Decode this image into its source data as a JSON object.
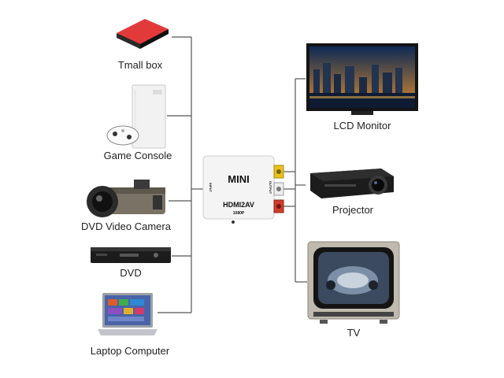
{
  "inputs": [
    {
      "label": "Tmall box"
    },
    {
      "label": "Game Console"
    },
    {
      "label": "DVD Video Camera"
    },
    {
      "label": "DVD"
    },
    {
      "label": "Laptop Computer"
    }
  ],
  "outputs": [
    {
      "label": "LCD Monitor"
    },
    {
      "label": "Projector"
    },
    {
      "label": "TV"
    }
  ],
  "converter": {
    "brand": "MINI",
    "model": "HDMI2AV",
    "resolution": "1080P",
    "input_port_label": "INPUT",
    "output_port_label": "OUTPUT"
  },
  "colors": {
    "line": "#555555",
    "converter_body": "#f4f4f4",
    "rca_yellow": "#e8c21c",
    "rca_white": "#eeeeee",
    "rca_red": "#d23b2b"
  }
}
